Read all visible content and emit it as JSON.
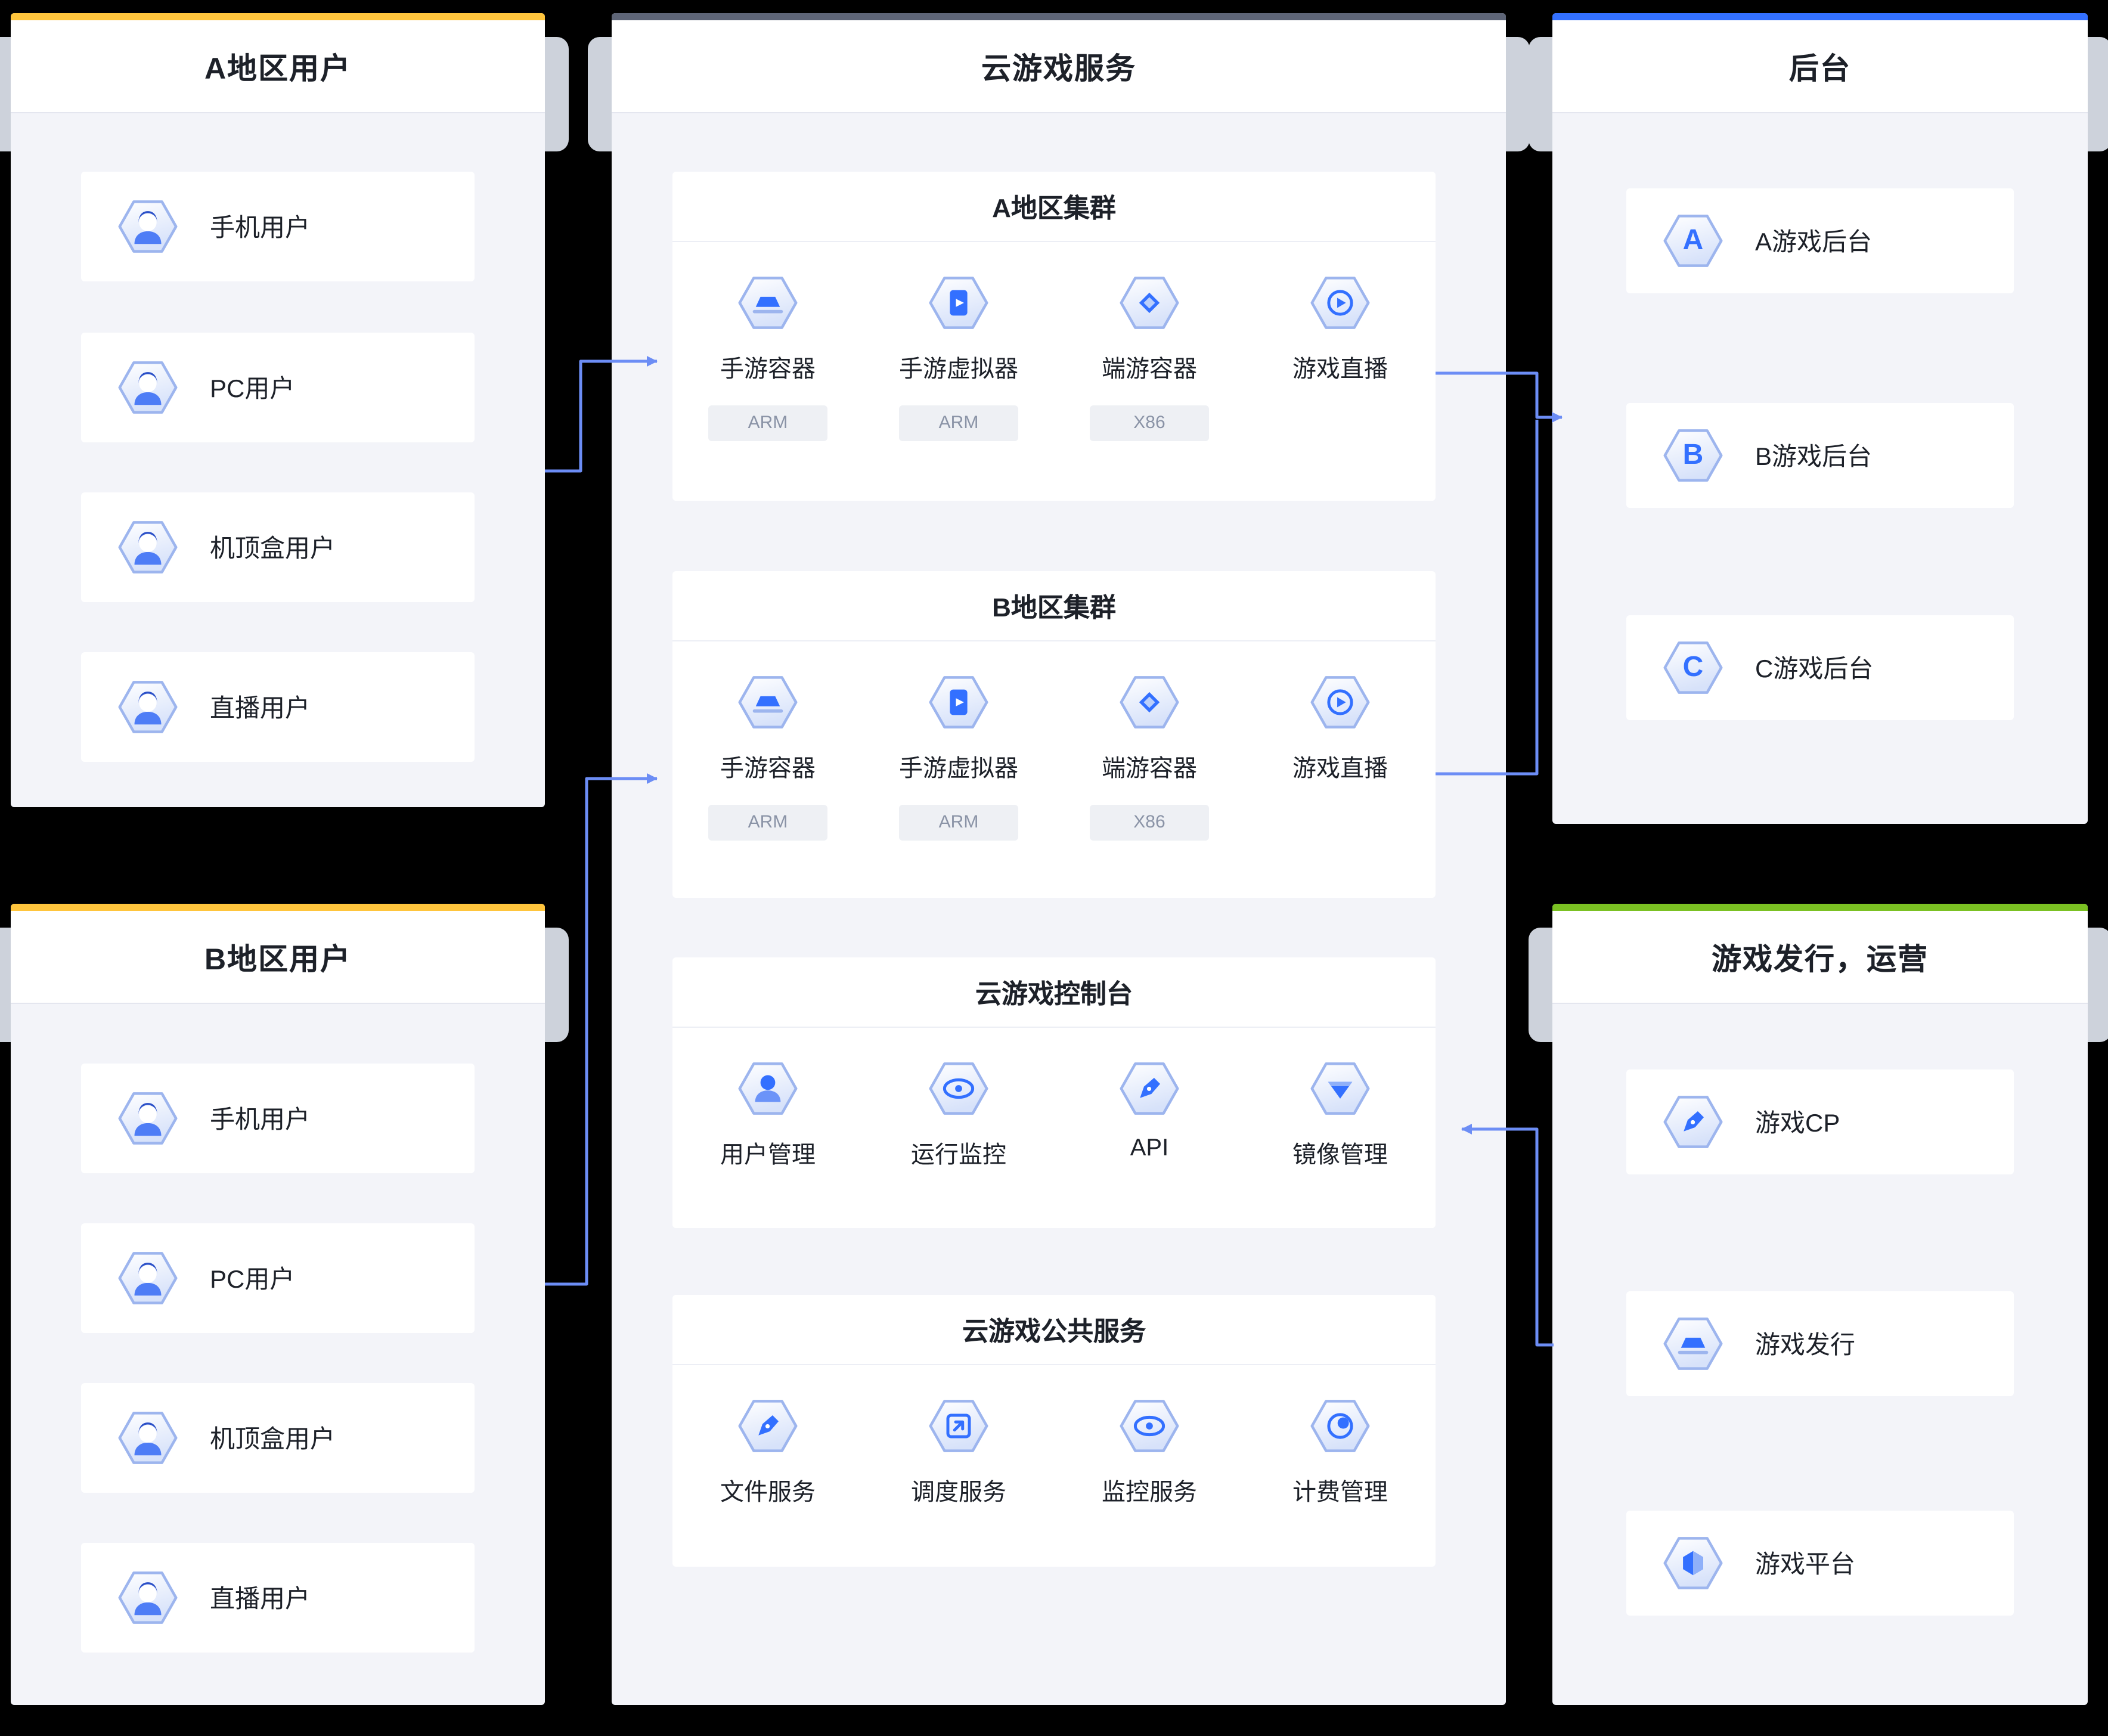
{
  "colors": {
    "accent_users": "#ffc53d",
    "accent_cloud": "#5e6577",
    "accent_backend": "#3370ff",
    "accent_publish": "#7bc123",
    "arrow": "#6c8df5"
  },
  "panels": {
    "region_a": {
      "title": "A地区用户",
      "items": [
        {
          "label": "手机用户",
          "icon": "user-avatar"
        },
        {
          "label": "PC用户",
          "icon": "user-avatar"
        },
        {
          "label": "机顶盒用户",
          "icon": "user-avatar"
        },
        {
          "label": "直播用户",
          "icon": "user-avatar"
        }
      ]
    },
    "region_b": {
      "title": "B地区用户",
      "items": [
        {
          "label": "手机用户",
          "icon": "user-avatar"
        },
        {
          "label": "PC用户",
          "icon": "user-avatar"
        },
        {
          "label": "机顶盒用户",
          "icon": "user-avatar"
        },
        {
          "label": "直播用户",
          "icon": "user-avatar"
        }
      ]
    },
    "cloud": {
      "title": "云游戏服务",
      "sections": [
        {
          "title": "A地区集群",
          "items": [
            {
              "label": "手游容器",
              "tag": "ARM",
              "icon": "mobile-game-container"
            },
            {
              "label": "手游虚拟器",
              "tag": "ARM",
              "icon": "mobile-game-emulator"
            },
            {
              "label": "端游容器",
              "tag": "X86",
              "icon": "pc-game-container"
            },
            {
              "label": "游戏直播",
              "icon": "game-live"
            }
          ]
        },
        {
          "title": "B地区集群",
          "items": [
            {
              "label": "手游容器",
              "tag": "ARM",
              "icon": "mobile-game-container"
            },
            {
              "label": "手游虚拟器",
              "tag": "ARM",
              "icon": "mobile-game-emulator"
            },
            {
              "label": "端游容器",
              "tag": "X86",
              "icon": "pc-game-container"
            },
            {
              "label": "游戏直播",
              "icon": "game-live"
            }
          ]
        },
        {
          "title": "云游戏控制台",
          "items": [
            {
              "label": "用户管理",
              "icon": "user-management"
            },
            {
              "label": "运行监控",
              "icon": "running-monitor"
            },
            {
              "label": "API",
              "icon": "api"
            },
            {
              "label": "镜像管理",
              "icon": "image-management"
            }
          ]
        },
        {
          "title": "云游戏公共服务",
          "items": [
            {
              "label": "文件服务",
              "icon": "file-service"
            },
            {
              "label": "调度服务",
              "icon": "schedule-service"
            },
            {
              "label": "监控服务",
              "icon": "monitor-service"
            },
            {
              "label": "计费管理",
              "icon": "billing-management"
            }
          ]
        }
      ]
    },
    "backend": {
      "title": "后台",
      "items": [
        {
          "label": "A游戏后台",
          "letter": "A"
        },
        {
          "label": "B游戏后台",
          "letter": "B"
        },
        {
          "label": "C游戏后台",
          "letter": "C"
        }
      ]
    },
    "publish": {
      "title": "游戏发行，运营",
      "items": [
        {
          "label": "游戏CP",
          "icon": "game-cp"
        },
        {
          "label": "游戏发行",
          "icon": "game-publish"
        },
        {
          "label": "游戏平台",
          "icon": "game-platform"
        }
      ]
    }
  }
}
